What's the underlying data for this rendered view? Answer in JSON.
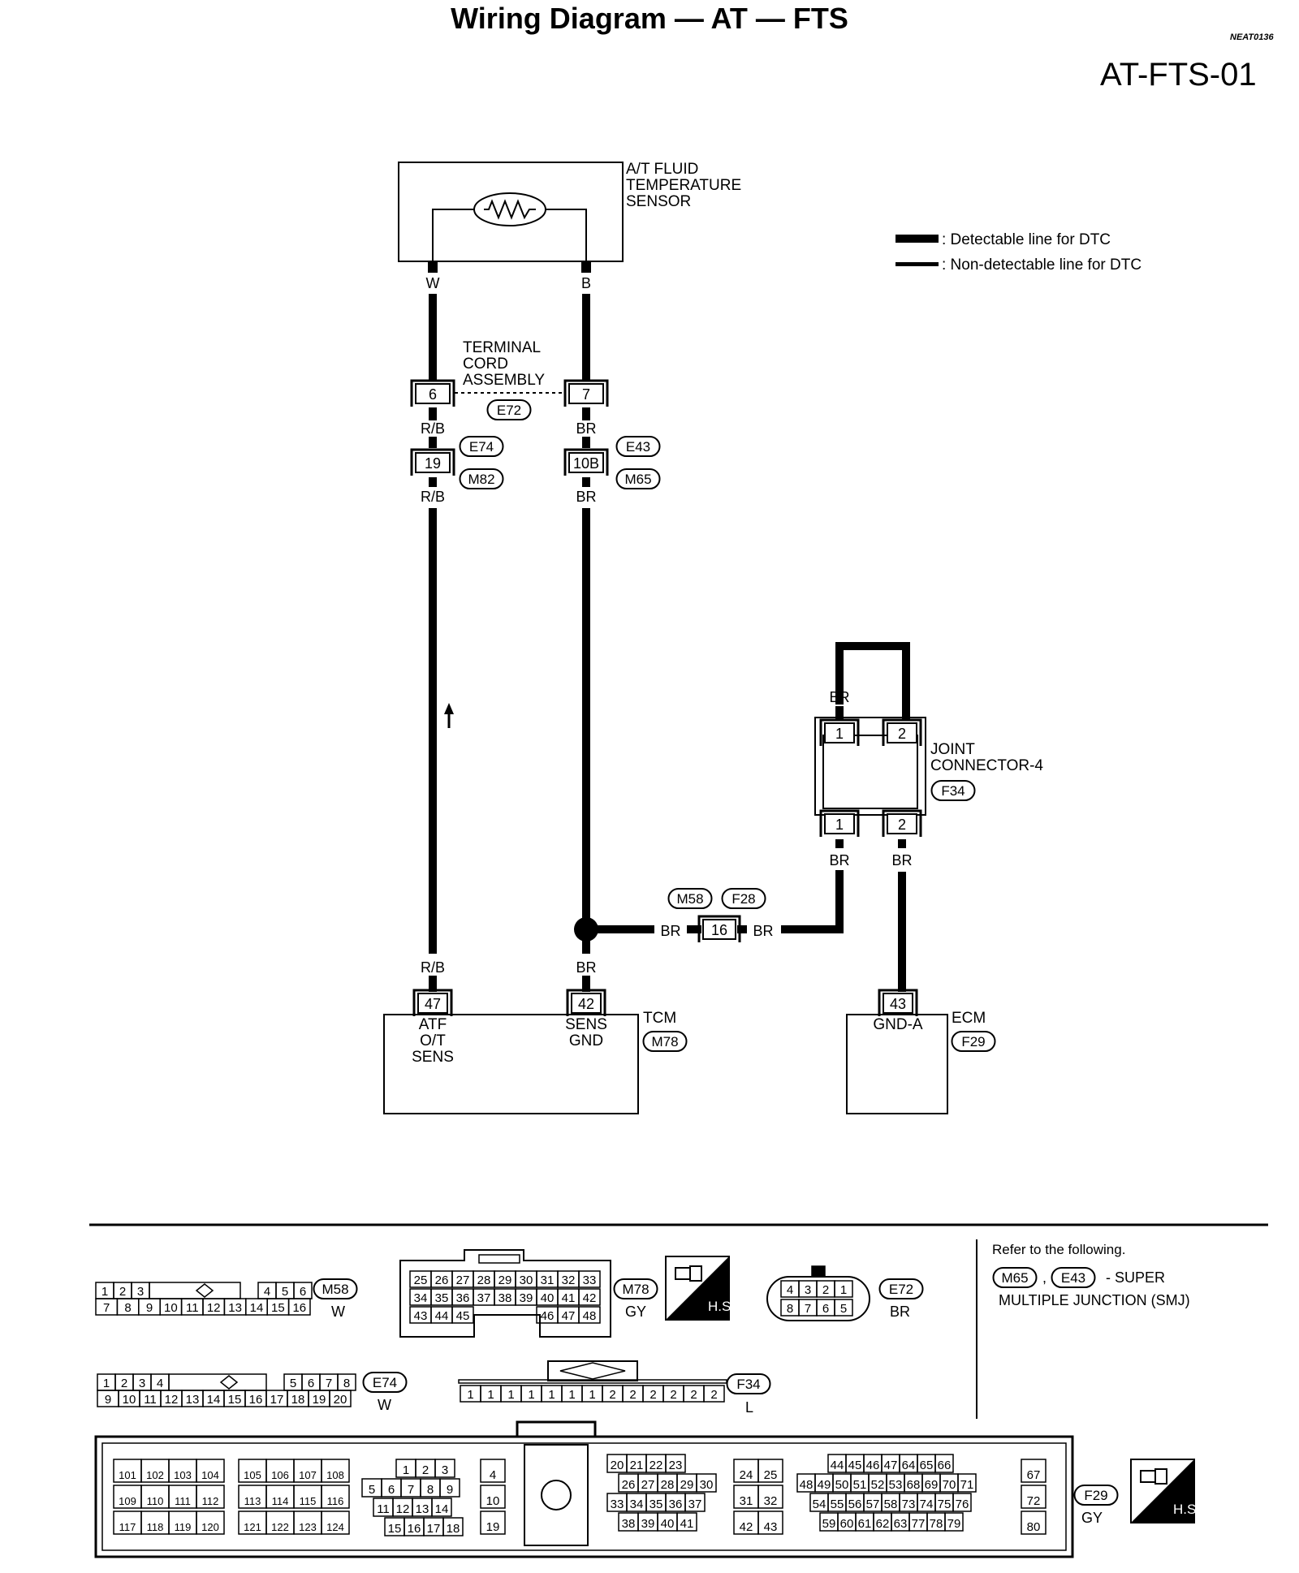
{
  "header": {
    "title": "Wiring Diagram — AT — FTS",
    "code": "NEAT0136",
    "page_id": "AT-FTS-01"
  },
  "legend": {
    "detectable": ": Detectable line for DTC",
    "non_detectable": ": Non-detectable line for DTC"
  },
  "sensor": {
    "label": [
      "A/T FLUID",
      "TEMPERATURE",
      "SENSOR"
    ],
    "pin_left": "W",
    "pin_right": "B"
  },
  "terminal_cord": {
    "label": [
      "TERMINAL",
      "CORD",
      "ASSEMBLY"
    ],
    "connector": "E72",
    "pin_left": "6",
    "pin_right": "7"
  },
  "wires": {
    "rb": "R/B",
    "br": "BR"
  },
  "junctions": {
    "left_pin": "19",
    "right_pin": "10B",
    "left_tags": [
      "E74",
      "M82"
    ],
    "right_tags": [
      "E43",
      "M65"
    ]
  },
  "inline_connector": {
    "pin": "16",
    "tags": [
      "M58",
      "F28"
    ]
  },
  "joint_connector": {
    "label": [
      "JOINT",
      "CONNECTOR-4"
    ],
    "tag": "F34",
    "pins": [
      "1",
      "2"
    ]
  },
  "tcm": {
    "name": "TCM",
    "tag": "M78",
    "pin_left": "47",
    "pin_right": "42",
    "label_left": [
      "ATF",
      "O/T",
      "SENS"
    ],
    "label_right": [
      "SENS",
      "GND"
    ]
  },
  "ecm": {
    "name": "ECM",
    "tag": "F29",
    "pin": "43",
    "label": "GND-A"
  },
  "connectors": {
    "m58": {
      "tag": "M58",
      "color": "W",
      "row1": [
        "1",
        "2",
        "3",
        "4",
        "5",
        "6"
      ],
      "row2": [
        "7",
        "8",
        "9",
        "10",
        "11",
        "12",
        "13",
        "14",
        "15",
        "16"
      ]
    },
    "m78": {
      "tag": "M78",
      "color": "GY",
      "row1": [
        "25",
        "26",
        "27",
        "28",
        "29",
        "30",
        "31",
        "32",
        "33"
      ],
      "row2": [
        "34",
        "35",
        "36",
        "37",
        "38",
        "39",
        "40",
        "41",
        "42"
      ],
      "row3a": [
        "43",
        "44",
        "45"
      ],
      "row3b": [
        "46",
        "47",
        "48"
      ]
    },
    "e72": {
      "tag": "E72",
      "color": "BR",
      "row1": [
        "4",
        "3",
        "2",
        "1"
      ],
      "row2": [
        "8",
        "7",
        "6",
        "5"
      ]
    },
    "e74": {
      "tag": "E74",
      "color": "W",
      "row1a": [
        "1",
        "2",
        "3",
        "4"
      ],
      "row1b": [
        "5",
        "6",
        "7",
        "8"
      ],
      "row2": [
        "9",
        "10",
        "11",
        "12",
        "13",
        "14",
        "15",
        "16",
        "17",
        "18",
        "19",
        "20"
      ]
    },
    "f34": {
      "tag": "F34",
      "color": "L",
      "pins": [
        "1",
        "1",
        "1",
        "1",
        "1",
        "1",
        "1",
        "2",
        "2",
        "2",
        "2",
        "2",
        "2"
      ]
    },
    "f29": {
      "tag": "F29",
      "color": "GY",
      "g1": [
        [
          "101",
          "102",
          "103",
          "104"
        ],
        [
          "109",
          "110",
          "111",
          "112"
        ],
        [
          "117",
          "118",
          "119",
          "120"
        ]
      ],
      "g2": [
        [
          "105",
          "106",
          "107",
          "108"
        ],
        [
          "113",
          "114",
          "115",
          "116"
        ],
        [
          "121",
          "122",
          "123",
          "124"
        ]
      ],
      "g3": [
        [
          "1",
          "2",
          "3"
        ],
        [
          "5",
          "6",
          "7",
          "8",
          "9"
        ],
        [
          "11",
          "12",
          "13",
          "14"
        ],
        [
          "15",
          "16",
          "17",
          "18"
        ]
      ],
      "g4": [
        "4",
        "10",
        "19"
      ],
      "g5": [
        [
          "20",
          "21",
          "22",
          "23"
        ],
        [
          "26",
          "27",
          "28",
          "29",
          "30"
        ],
        [
          "33",
          "34",
          "35",
          "36",
          "37"
        ],
        [
          "38",
          "39",
          "40",
          "41"
        ]
      ],
      "g6": [
        [
          "24",
          "25"
        ],
        [
          "31",
          "32"
        ],
        [
          "42",
          "43"
        ]
      ],
      "g7": [
        [
          "44",
          "45",
          "46",
          "47",
          "64",
          "65",
          "66"
        ],
        [
          "48",
          "49",
          "50",
          "51",
          "52",
          "53",
          "68",
          "69",
          "70",
          "71"
        ],
        [
          "54",
          "55",
          "56",
          "57",
          "58",
          "73",
          "74",
          "75",
          "76"
        ],
        [
          "59",
          "60",
          "61",
          "62",
          "63",
          "77",
          "78",
          "79"
        ]
      ],
      "g8": [
        "67",
        "72",
        "80"
      ]
    }
  },
  "hs_label": "H.S.",
  "refer": {
    "line1": "Refer to the following.",
    "tags": [
      "M65",
      "E43"
    ],
    "line2": "- SUPER",
    "line3": "MULTIPLE JUNCTION (SMJ)"
  }
}
